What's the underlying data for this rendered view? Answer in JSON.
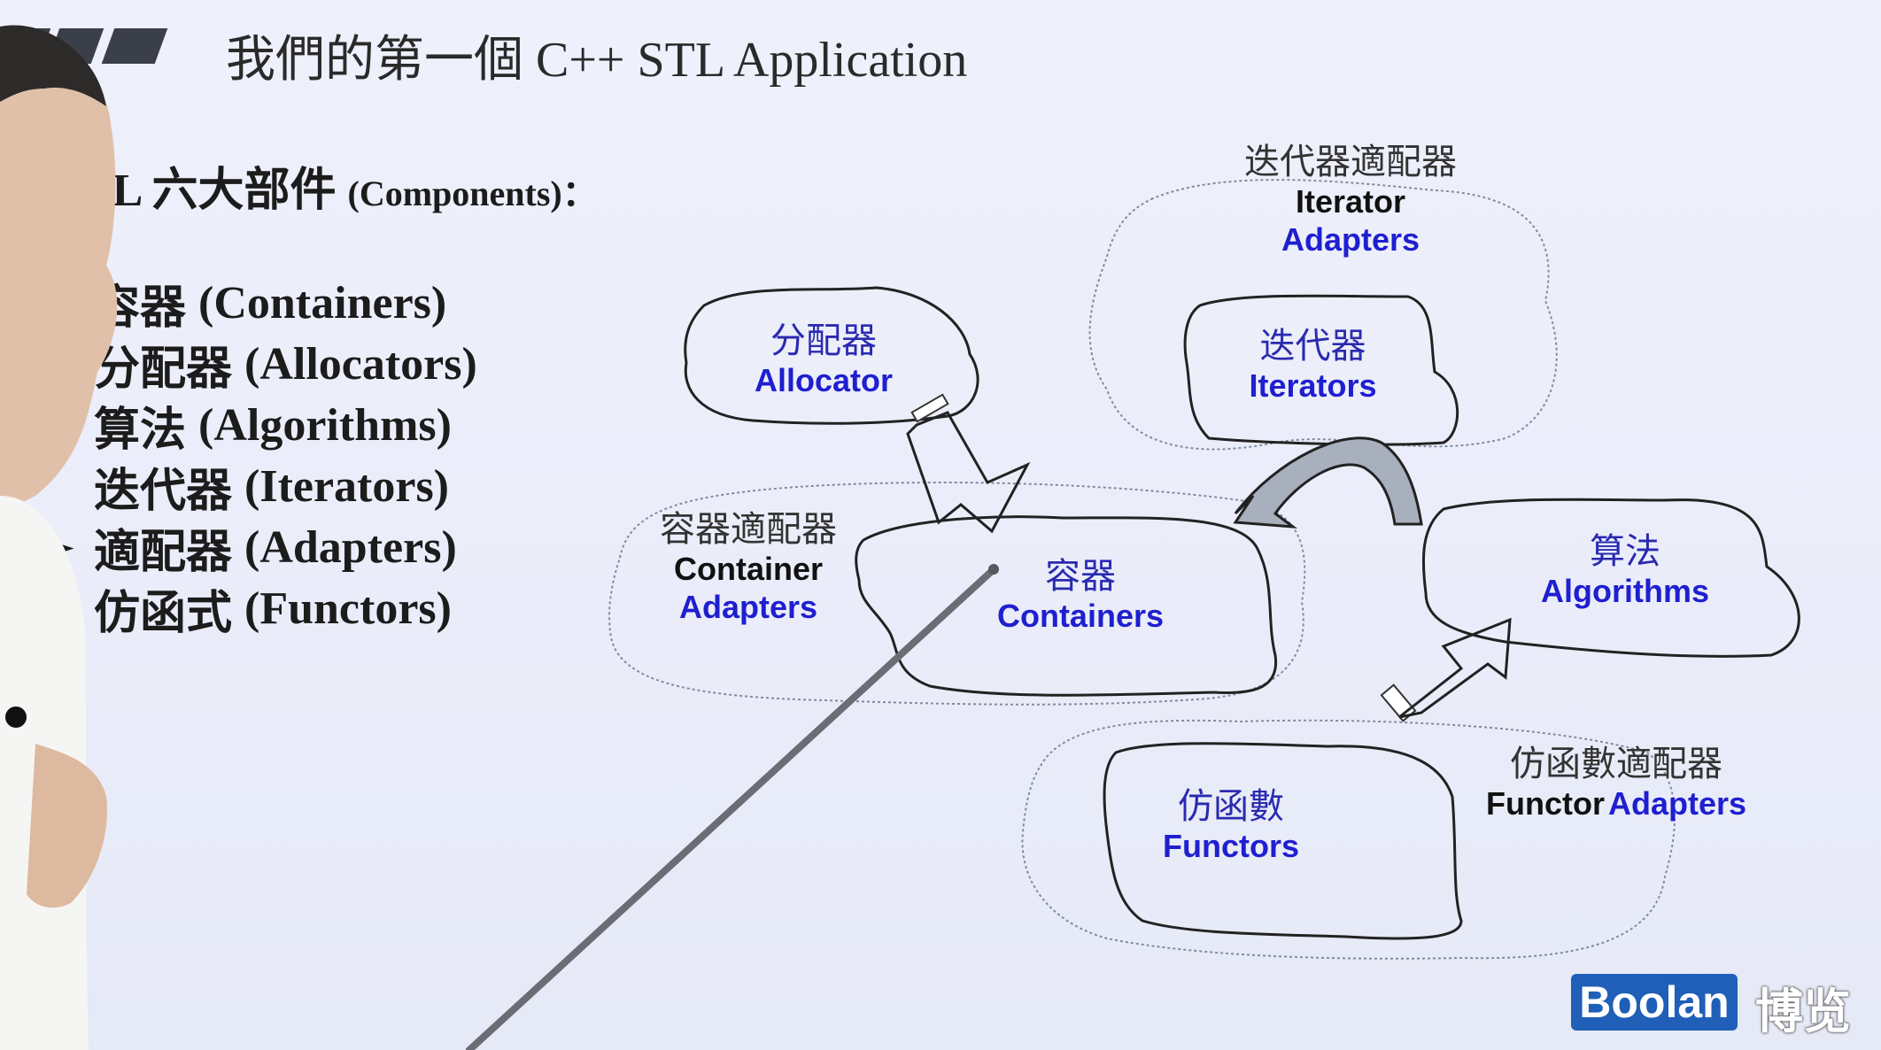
{
  "title": "我們的第一個 C++ STL Application",
  "subtitle": {
    "main": "TL 六大部件",
    "paren": "(Components)：",
    "note": ""
  },
  "bullets": [
    {
      "marker": "",
      "zh": "容器",
      "en": "(Containers)"
    },
    {
      "marker": "",
      "zh": "分配器",
      "en": "(Allocators)"
    },
    {
      "marker": "",
      "zh": "算法",
      "en": "(Algorithms)"
    },
    {
      "marker": "",
      "zh": "迭代器",
      "en": "(Iterators)"
    },
    {
      "marker": "➢",
      "zh": "適配器",
      "en": "(Adapters)"
    },
    {
      "marker": "➢",
      "zh": "仿函式",
      "en": "(Functors)"
    }
  ],
  "diagram": {
    "iterator_adapters": {
      "zh": "迭代器適配器",
      "en1": "Iterator",
      "en2": "Adapters"
    },
    "allocator": {
      "zh": "分配器",
      "en": "Allocator"
    },
    "iterators": {
      "zh": "迭代器",
      "en": "Iterators"
    },
    "container_adapters": {
      "zh": "容器適配器",
      "en1": "Container",
      "en2": "Adapters"
    },
    "containers": {
      "zh": "容器",
      "en": "Containers"
    },
    "algorithms": {
      "zh": "算法",
      "en": "Algorithms"
    },
    "functor_adapters": {
      "zh": "仿函數適配器",
      "en1": "Functor",
      "en2": "Adapters"
    },
    "functors": {
      "zh": "仿函數",
      "en": "Functors"
    }
  },
  "logo": {
    "text": "Boolan",
    "cn": "博览"
  },
  "colors": {
    "label_blue": "#1f1fd0",
    "background": "#eceffa",
    "logo": "#1f5fb8"
  }
}
